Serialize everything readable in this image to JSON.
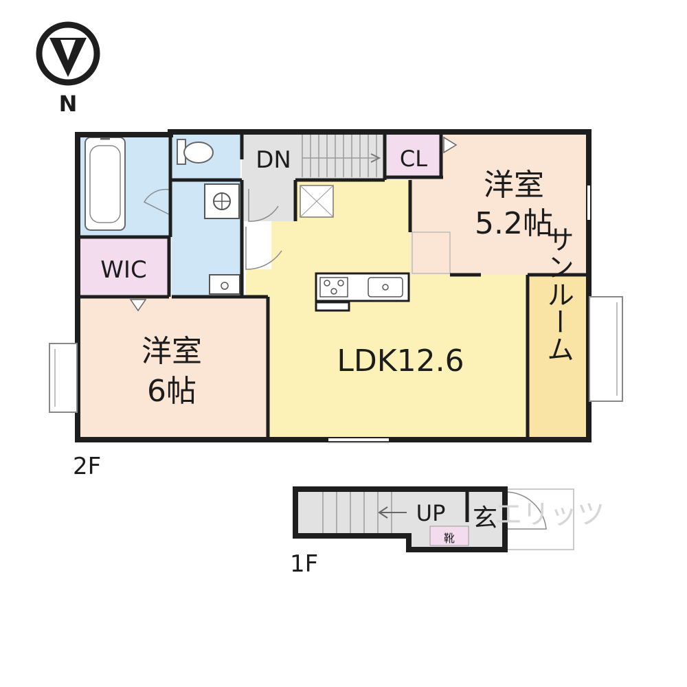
{
  "compass": {
    "label": "N",
    "icon": "north-arrow-icon"
  },
  "floors": {
    "second": {
      "label": "2F",
      "rooms": {
        "western_room_a": {
          "line1": "洋室",
          "line2": "5.2帖"
        },
        "western_room_b": {
          "line1": "洋室",
          "line2": "6帖"
        },
        "ldk": {
          "label": "LDK12.6"
        },
        "sunroom": {
          "label": "サンルーム"
        },
        "wic": {
          "label": "WIC"
        },
        "closet": {
          "label": "CL"
        },
        "stairs": {
          "label": "DN"
        }
      }
    },
    "first": {
      "label": "1F",
      "stairs": {
        "label": "UP"
      },
      "entrance": {
        "label": "玄"
      },
      "shoe_box": {
        "label": "靴"
      }
    }
  },
  "watermark": {
    "text": "エリッツ"
  },
  "colors": {
    "western_room": "#fbe6d6",
    "ldk": "#fcf2b8",
    "sunroom": "#f9e4a6",
    "wet_area": "#cfe6f7",
    "storage": "#f2dcee",
    "stairs": "#e2e2e2",
    "wall": "#1e1e1e"
  }
}
